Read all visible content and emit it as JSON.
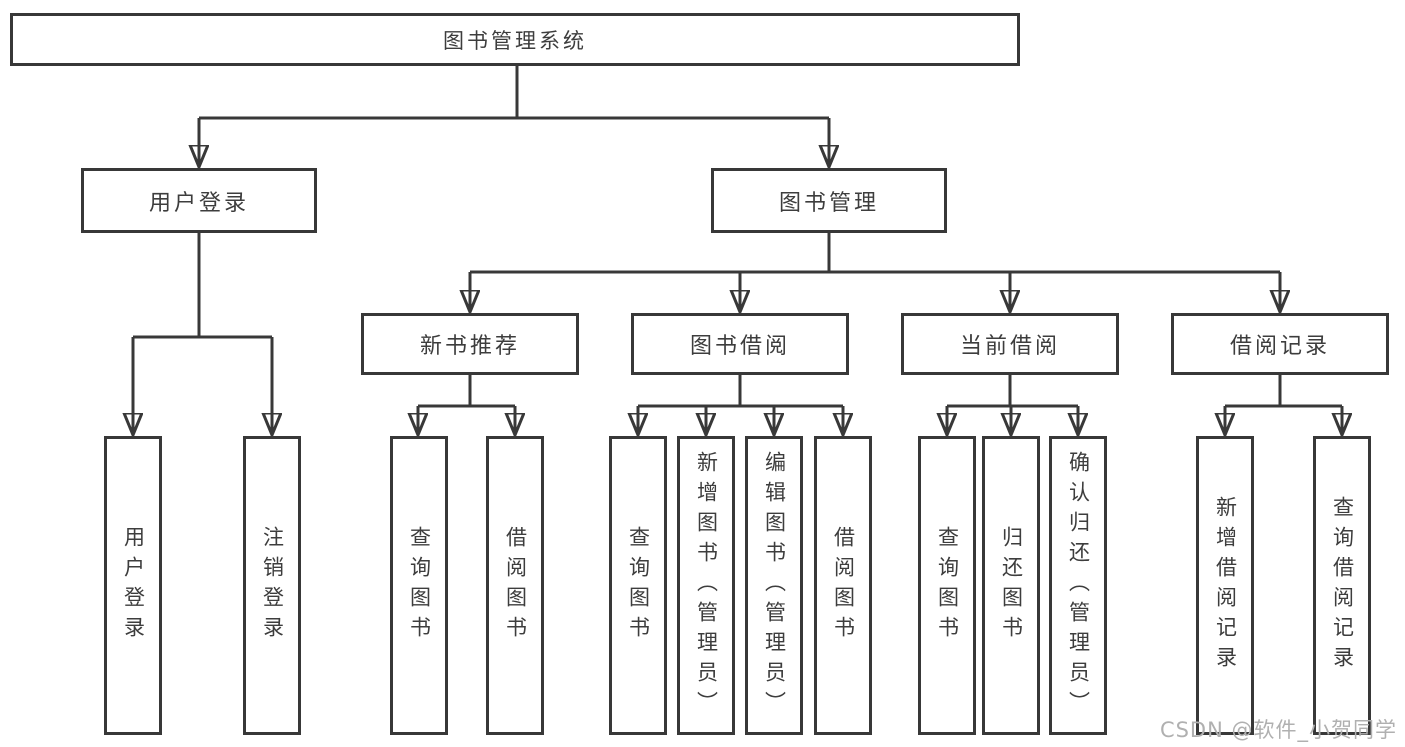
{
  "colors": {
    "line": "#383838",
    "text": "#3d3d3d",
    "watermark": "#b0b0b0",
    "bg": "#ffffff"
  },
  "watermark": {
    "text": "CSDN @软件_小贺同学"
  },
  "tree": {
    "label": "图书管理系统",
    "children": [
      {
        "label": "用户登录",
        "children": [
          {
            "label": "用户登录"
          },
          {
            "label": "注销登录"
          }
        ]
      },
      {
        "label": "图书管理",
        "children": [
          {
            "label": "新书推荐",
            "children": [
              {
                "label": "查询图书"
              },
              {
                "label": "借阅图书"
              }
            ]
          },
          {
            "label": "图书借阅",
            "children": [
              {
                "label": "查询图书"
              },
              {
                "label": "新增图书（管理员）"
              },
              {
                "label": "编辑图书（管理员）"
              },
              {
                "label": "借阅图书"
              }
            ]
          },
          {
            "label": "当前借阅",
            "children": [
              {
                "label": "查询图书"
              },
              {
                "label": "归还图书"
              },
              {
                "label": "确认归还（管理员）"
              }
            ]
          },
          {
            "label": "借阅记录",
            "children": [
              {
                "label": "新增借阅记录"
              },
              {
                "label": "查询借阅记录"
              }
            ]
          }
        ]
      }
    ]
  }
}
